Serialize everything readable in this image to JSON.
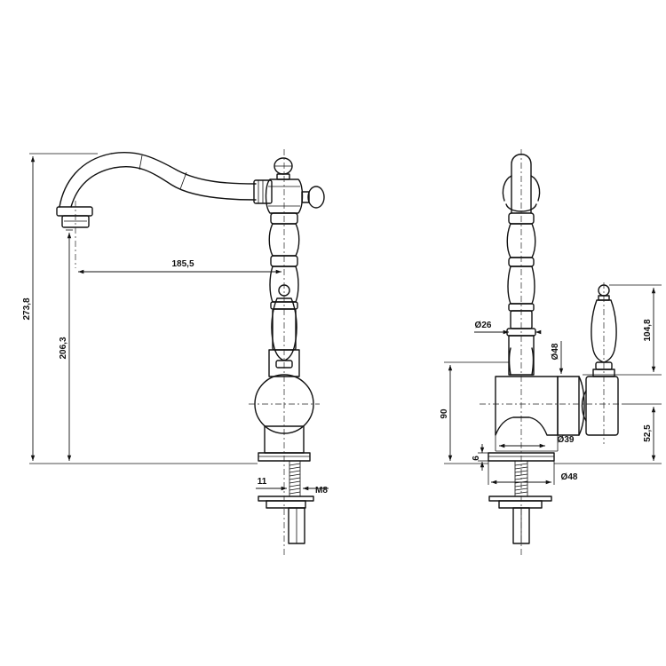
{
  "dimensions": {
    "total_height": "273,8",
    "spout_height": "206,3",
    "spout_reach": "185,5",
    "thread_length": "11",
    "thread_size": "M8",
    "pipe_diameter": "Ø26",
    "body_diameter": "Ø48",
    "body_height": "90",
    "lever_height": "104,8",
    "lever_axis_height": "52,5",
    "inner_diameter": "Ø39",
    "base_thickness": "6",
    "base_diameter": "Ø48"
  },
  "colors": {
    "line": "#111111",
    "background": "#ffffff"
  }
}
